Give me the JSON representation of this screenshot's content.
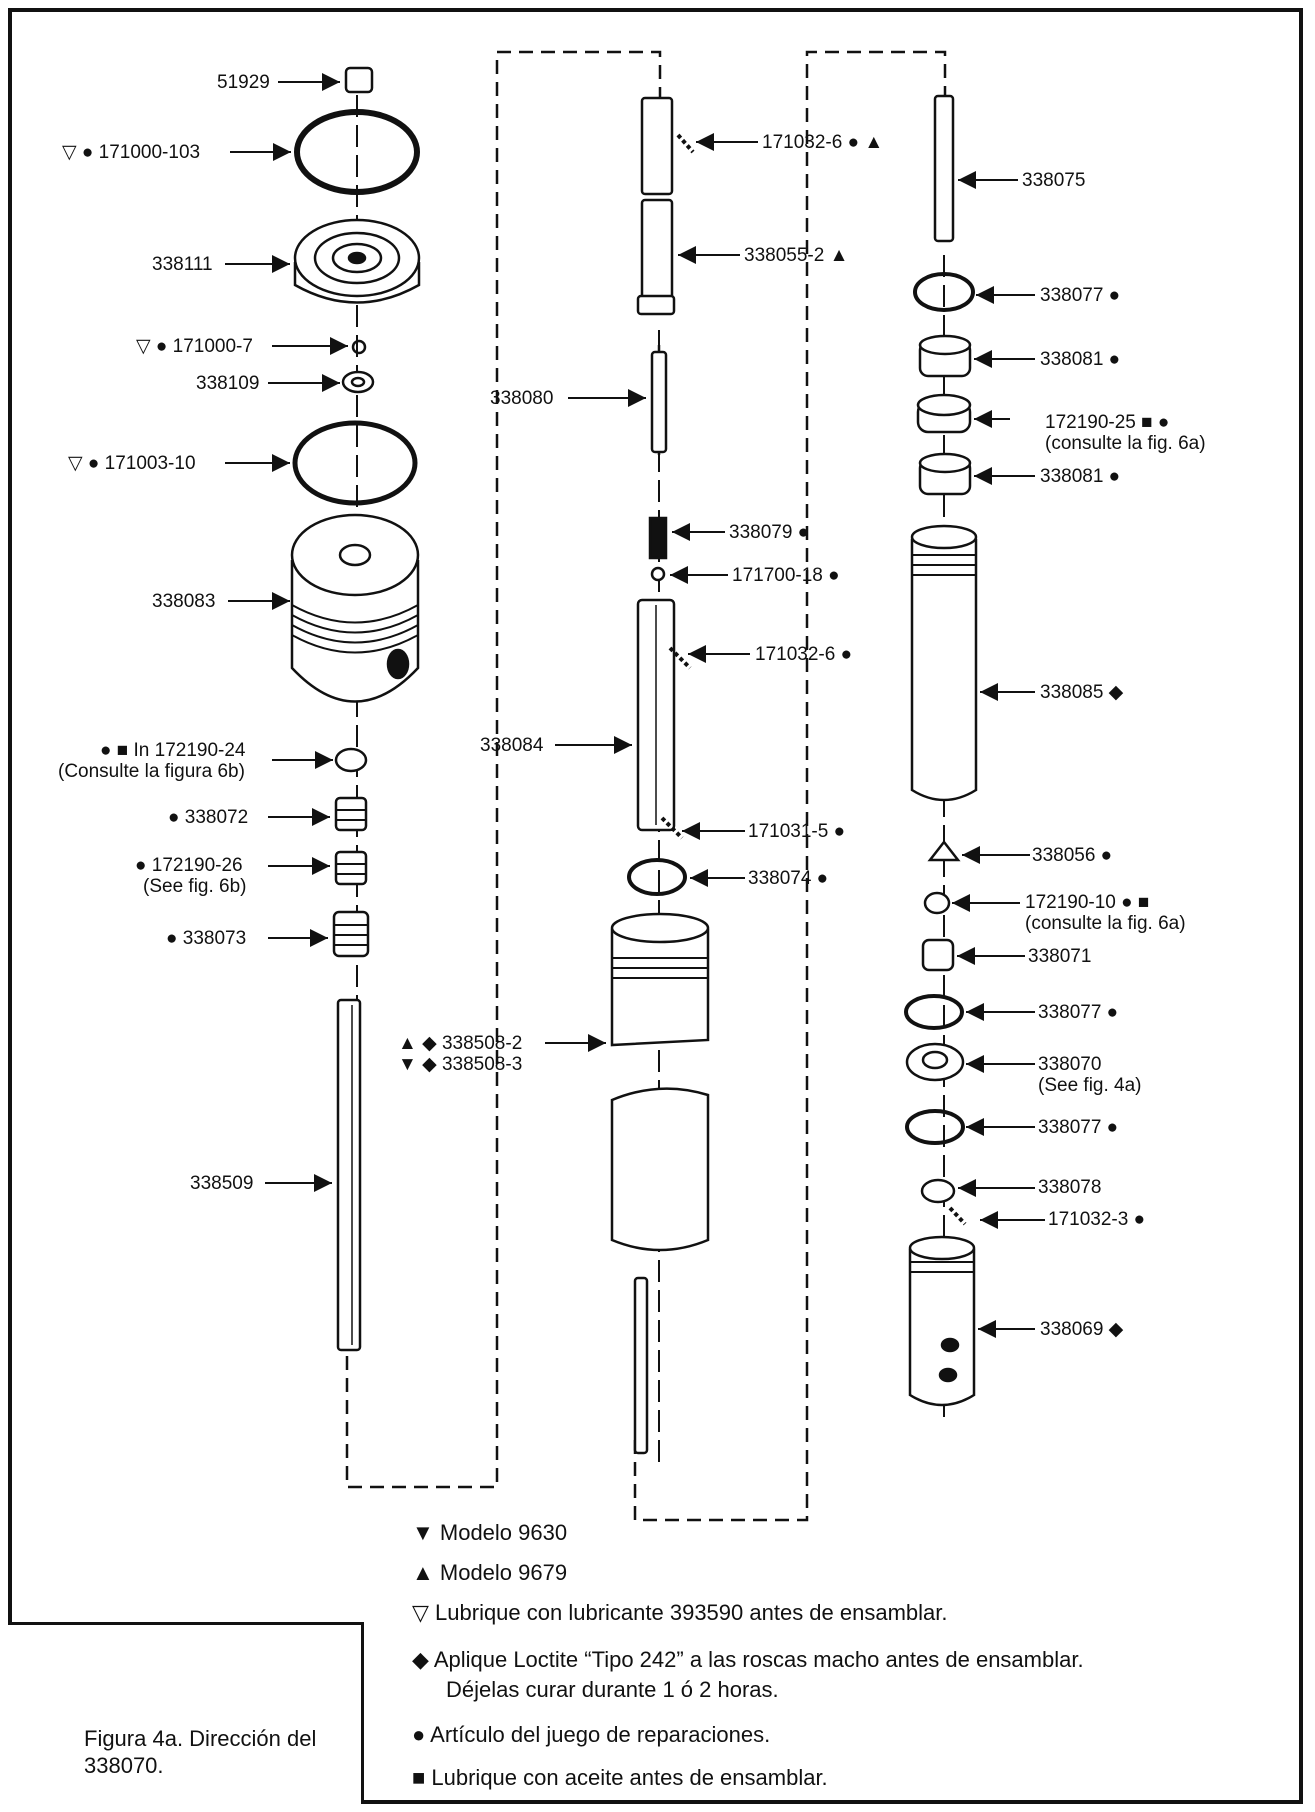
{
  "figure": {
    "part_labels": {
      "p51929": "51929",
      "p171000_103": "▽ ● 171000-103",
      "p338111": "338111",
      "p171000_7": "▽ ● 171000-7",
      "p338109": "338109",
      "p171003_10": "▽ ● 171003-10",
      "p338083": "338083",
      "p172190_24_a": "● ■ In 172190-24",
      "p172190_24_b": "(Consulte la figura 6b)",
      "p338072": "● 338072",
      "p172190_26_a": "● 172190-26",
      "p172190_26_b": "(See fig. 6b)",
      "p338073": "● 338073",
      "p338509": "338509",
      "p171032_6_top": "171032-6 ● ▲",
      "p338055_2": "338055-2 ▲",
      "p338080": "338080",
      "p338079": "338079 ●",
      "p171700_18": "171700-18 ●",
      "p171032_6_mid": "171032-6 ●",
      "p338084": "338084",
      "p171031_5": "171031-5 ●",
      "p338074": "338074 ●",
      "p338508_2": "▲ ◆ 338508-2",
      "p338508_3": "▼ ◆ 338508-3",
      "p338075": "338075",
      "p338077_a": "338077 ●",
      "p338081_a": "338081 ●",
      "p172190_25_a": "172190-25 ■ ●",
      "p172190_25_b": "(consulte la fig. 6a)",
      "p338081_b": "338081 ●",
      "p338085": "338085 ◆",
      "p338056": "338056 ●",
      "p172190_10_a": "172190-10 ● ■",
      "p172190_10_b": "(consulte la fig. 6a)",
      "p338071": "338071",
      "p338077_b": "338077 ●",
      "p338070_a": "338070",
      "p338070_b": "(See fig. 4a)",
      "p338077_c": "338077 ●",
      "p338078": "338078",
      "p171032_3": "171032-3 ●",
      "p338069": "338069 ◆"
    }
  },
  "legend": {
    "l1": "▼ Modelo 9630",
    "l2": "▲ Modelo 9679",
    "l3": "▽ Lubrique con lubricante 393590 antes de ensamblar.",
    "l4a": "◆ Aplique Loctite “Tipo 242” a las roscas macho antes de ensamblar.",
    "l4b": "Déjelas curar durante 1 ó 2 horas.",
    "l5": "● Artículo del juego de reparaciones.",
    "l6": "■ Lubrique con aceite antes de ensamblar."
  },
  "caption": {
    "line1": "Figura 4a. Dirección del",
    "line2": "338070."
  }
}
